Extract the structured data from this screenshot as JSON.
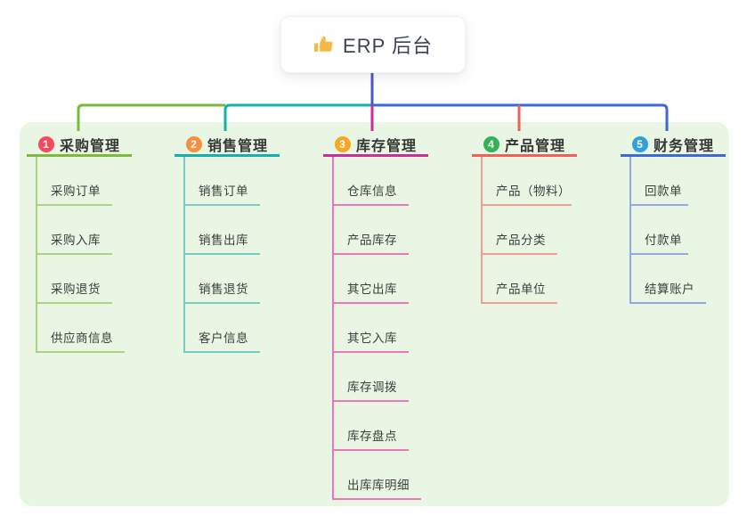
{
  "root_node": {
    "label": "ERP 后台",
    "icon": "thumbs-up"
  },
  "branches": [
    {
      "badge": "1",
      "label": "采购管理",
      "badge_color": "#f4495f",
      "line_color": "#7cb93e",
      "child_line_color": "#a9d488",
      "children": [
        "采购订单",
        "采购入库",
        "采购退货",
        "供应商信息"
      ]
    },
    {
      "badge": "2",
      "label": "销售管理",
      "badge_color": "#f78f41",
      "line_color": "#14b1ac",
      "child_line_color": "#76ccc4",
      "children": [
        "销售订单",
        "销售出库",
        "销售退货",
        "客户信息"
      ]
    },
    {
      "badge": "3",
      "label": "库存管理",
      "badge_color": "#f7a823",
      "line_color": "#cb2e98",
      "child_line_color": "#ec77bb",
      "children": [
        "仓库信息",
        "产品库存",
        "其它出库",
        "其它入库",
        "库存调拨",
        "库存盘点",
        "出库库明细"
      ]
    },
    {
      "badge": "4",
      "label": "产品管理",
      "badge_color": "#35b257",
      "line_color": "#f25e58",
      "child_line_color": "#f79b94",
      "children": [
        "产品（物料）",
        "产品分类",
        "产品单位"
      ]
    },
    {
      "badge": "5",
      "label": "财务管理",
      "badge_color": "#2f9fe0",
      "line_color": "#3e68d6",
      "child_line_color": "#93a9e6",
      "children": [
        "回款单",
        "付款单",
        "结算账户"
      ]
    }
  ],
  "connectors": {
    "stem_color": "#4a57cf",
    "bus_color": "#3e68d6"
  },
  "canvas": {
    "panel_color": "#e8f6e3",
    "background": "#ffffff"
  }
}
